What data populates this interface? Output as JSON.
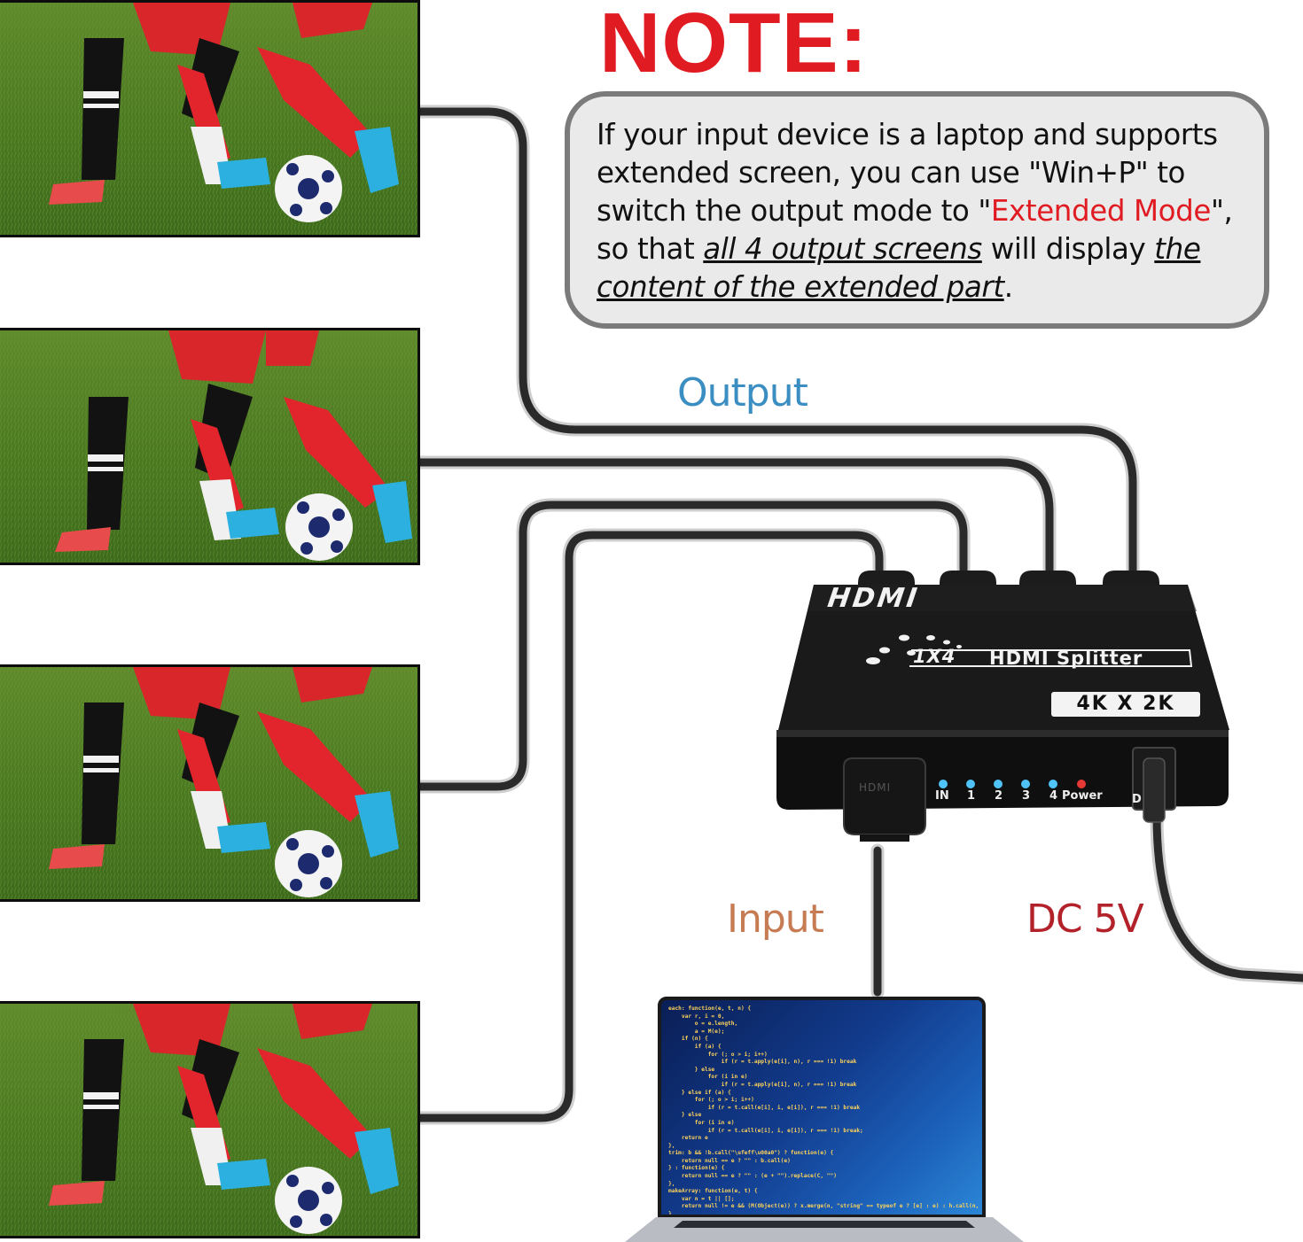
{
  "note": {
    "title": "NOTE:",
    "line1": "If your input device is a laptop and supports",
    "line2": "extended screen, you can use \"Win+P\" to",
    "line3_a": "switch the output mode to \"",
    "line3_highlight": "Extended Mode",
    "line3_b": "\",",
    "line4_a": "so that ",
    "line4_em1": "all 4 output screens",
    "line4_b": " will display ",
    "line4_em2": "the",
    "line5_em": "content of the extended part",
    "line5_end": ".",
    "highlight_color": "#e01b22"
  },
  "labels": {
    "output": "Output",
    "input": "Input",
    "dc": "DC 5V"
  },
  "device": {
    "logo": "HDMI",
    "model": "1X4",
    "product": "HDMI Splitter",
    "resolution_badge": "4K X 2K",
    "leds": [
      {
        "label": "IN",
        "color": "#4fc3f7"
      },
      {
        "label": "1",
        "color": "#4fc3f7"
      },
      {
        "label": "2",
        "color": "#4fc3f7"
      },
      {
        "label": "3",
        "color": "#4fc3f7"
      },
      {
        "label": "4",
        "color": "#4fc3f7"
      },
      {
        "label": "Power",
        "color": "#e53935"
      }
    ],
    "dc_port_label": "D",
    "plug_label": "HDMI"
  },
  "laptop": {
    "code": "each: function(e, t, n) {\n    var r, i = 0,\n        o = e.length,\n        a = M(e);\n    if (n) {\n        if (a) {\n            for (; o > i; i++)\n                if (r = t.apply(e[i], n), r === !1) break\n        } else\n            for (i in e)\n                if (r = t.apply(e[i], n), r === !1) break\n    } else if (a) {\n        for (; o > i; i++)\n            if (r = t.call(e[i], i, e[i]), r === !1) break\n    } else\n        for (i in e)\n            if (r = t.call(e[i], i, e[i]), r === !1) break;\n    return e\n},\ntrim: b && !b.call(\"\\ufeff\\u00a0\") ? function(e) {\n    return null == e ? \"\" : b.call(e)\n} : function(e) {\n    return null == e ? \"\" : (e + \"\").replace(C, \"\")\n},\nmakeArray: function(e, t) {\n    var n = t || [];\n    return null != e && (M(Object(e)) ? x.merge(n, \"string\" == typeof e ? [e] : e) : h.call(n, e)),\n},\ninArray: function(e, t, n) {"
  },
  "colors": {
    "note_border": "#7b7b7b",
    "note_fill": "#eaeaea",
    "output_label": "#3b8ec2",
    "input_label": "#c77b52",
    "dc_label": "#b3222a",
    "cable": "#2a2a2a"
  }
}
